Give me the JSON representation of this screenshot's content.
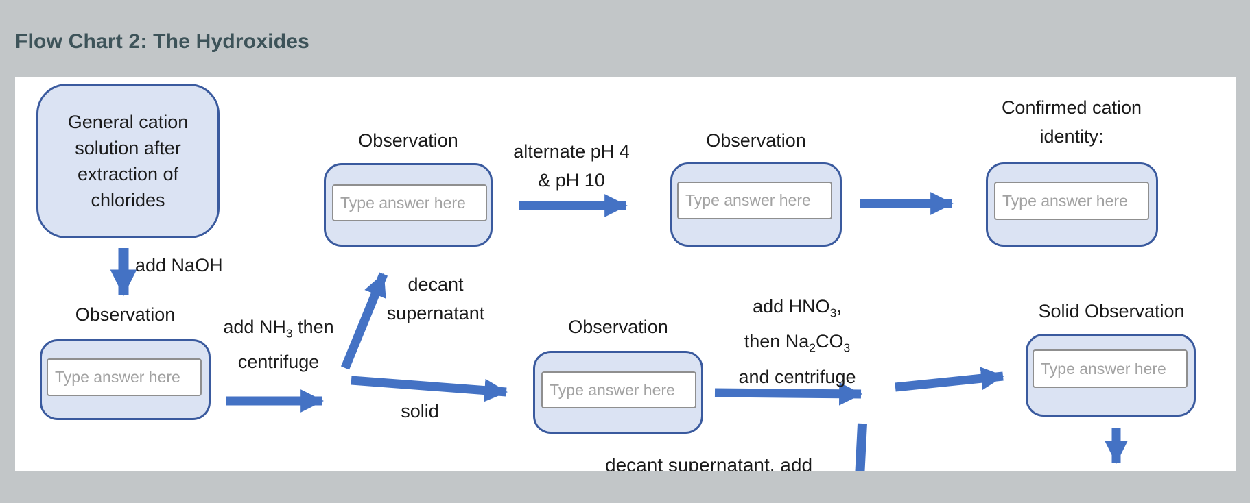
{
  "page": {
    "title": "Flow Chart 2: The Hydroxides",
    "background_color": "#c2c6c8",
    "canvas_color": "#ffffff",
    "arrow_color": "#4472c4",
    "box_fill_color": "#dbe3f3",
    "box_border_color": "#3a5a9e"
  },
  "placeholder": "Type answer here",
  "nodes": {
    "general": {
      "lines": [
        "General cation",
        "solution after",
        "extraction of",
        "chlorides"
      ]
    },
    "obs1": {
      "label": "Observation"
    },
    "obs2": {
      "label": "Observation"
    },
    "obs3": {
      "label": "Observation"
    },
    "confirmed": {
      "line1": "Confirmed cation",
      "line2": "identity:"
    },
    "obs4": {
      "label": "Observation"
    },
    "solid": {
      "label": "Solid Observation"
    }
  },
  "edges": {
    "add_naoh": "add NaOH",
    "add_nh3": {
      "pre": "add NH",
      "sub": "3",
      "post": " then",
      "line2": "centrifuge"
    },
    "decant1": {
      "line1": "decant",
      "line2": "supernatant"
    },
    "solid_label": "solid",
    "alternate_ph": {
      "line1": "alternate pH 4",
      "line2": "& pH 10"
    },
    "add_hno3": {
      "l1_pre": "add HNO",
      "l1_sub": "3",
      "l1_post": ",",
      "l2_pre": "then Na",
      "l2_sub1": "2",
      "l2_mid": "CO",
      "l2_sub2": "3",
      "l3": "and centrifuge"
    },
    "decant2": "decant supernatant, add"
  }
}
